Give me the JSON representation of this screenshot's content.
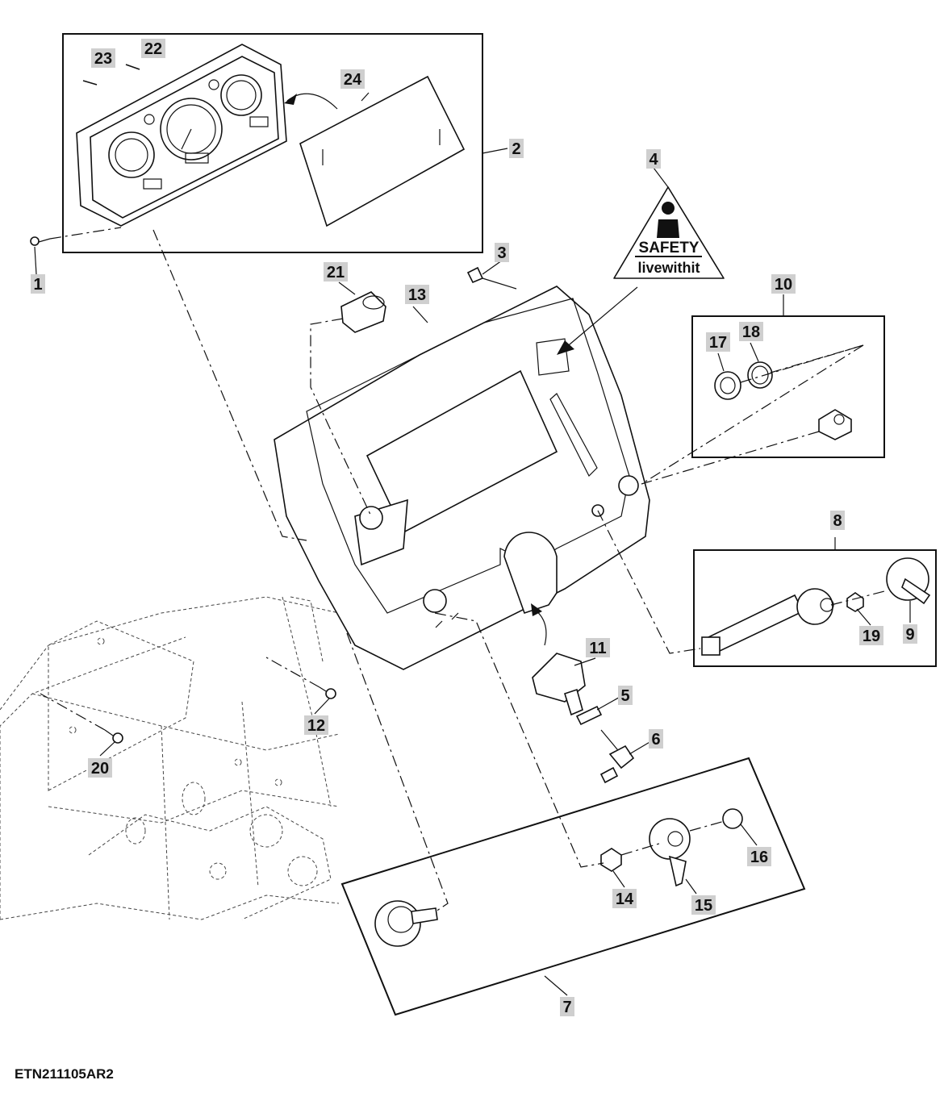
{
  "figure_id": "ETN211105AR2",
  "safety_decal": {
    "line1": "SAFETY",
    "line2": "livewithit"
  },
  "callouts": [
    {
      "key": "c1",
      "label": "1"
    },
    {
      "key": "c2",
      "label": "2"
    },
    {
      "key": "c3",
      "label": "3"
    },
    {
      "key": "c4",
      "label": "4"
    },
    {
      "key": "c5",
      "label": "5"
    },
    {
      "key": "c6",
      "label": "6"
    },
    {
      "key": "c7",
      "label": "7"
    },
    {
      "key": "c8",
      "label": "8"
    },
    {
      "key": "c9",
      "label": "9"
    },
    {
      "key": "c10",
      "label": "10"
    },
    {
      "key": "c11",
      "label": "11"
    },
    {
      "key": "c12",
      "label": "12"
    },
    {
      "key": "c13",
      "label": "13"
    },
    {
      "key": "c14",
      "label": "14"
    },
    {
      "key": "c15",
      "label": "15"
    },
    {
      "key": "c16",
      "label": "16"
    },
    {
      "key": "c17",
      "label": "17"
    },
    {
      "key": "c18",
      "label": "18"
    },
    {
      "key": "c19",
      "label": "19"
    },
    {
      "key": "c20",
      "label": "20"
    },
    {
      "key": "c21",
      "label": "21"
    },
    {
      "key": "c22",
      "label": "22"
    },
    {
      "key": "c23",
      "label": "23"
    },
    {
      "key": "c24",
      "label": "24"
    }
  ]
}
